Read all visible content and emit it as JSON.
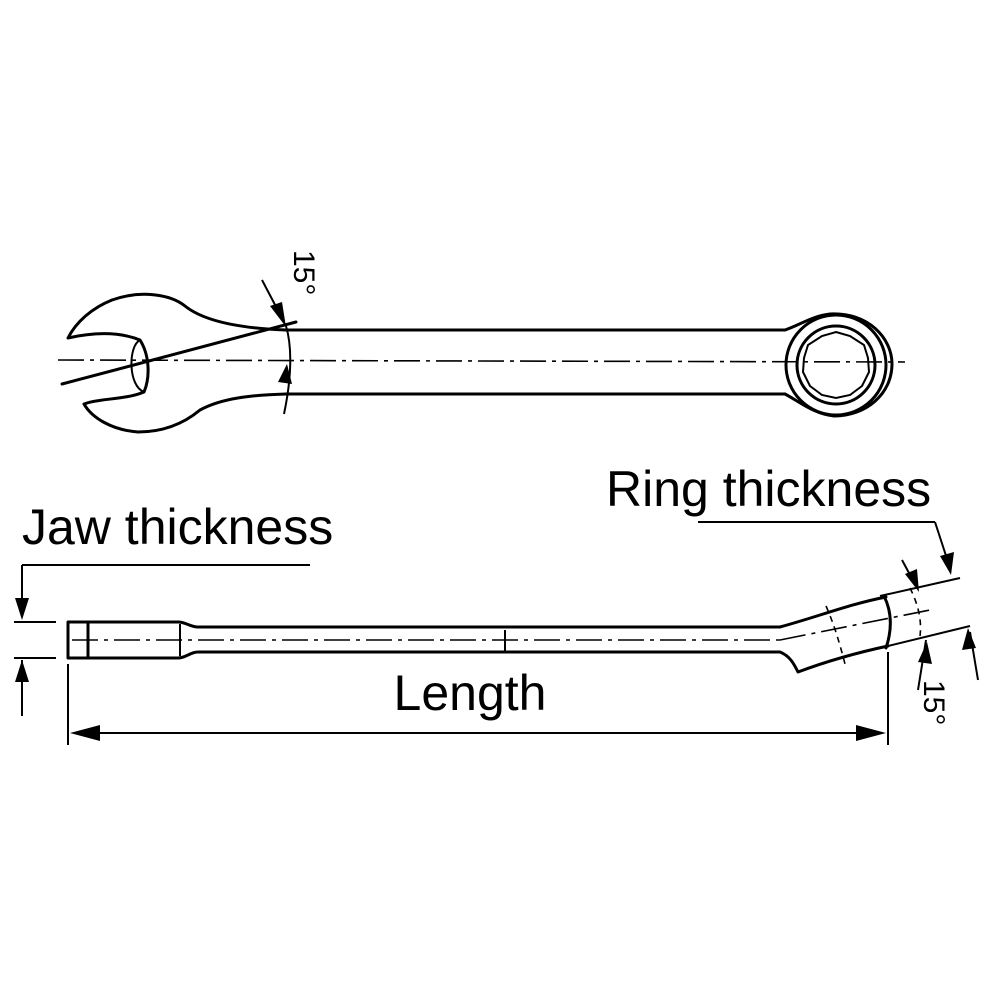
{
  "labels": {
    "jaw_thickness": "Jaw thickness",
    "ring_thickness": "Ring thickness",
    "length": "Length",
    "angle_top": "15°",
    "angle_side": "15°"
  }
}
